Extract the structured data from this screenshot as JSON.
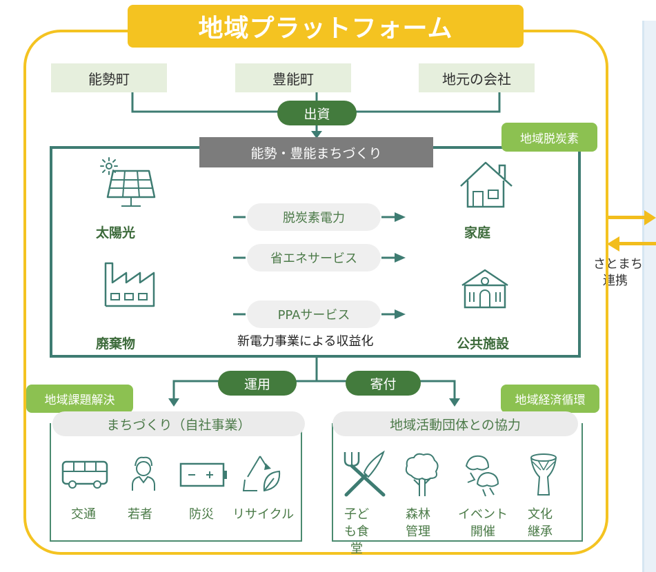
{
  "title": "地域プラットフォーム",
  "investors": [
    "能勢町",
    "豊能町",
    "地元の会社"
  ],
  "invest_label": "出資",
  "company": "能勢・豊能まちづくり",
  "tags": {
    "decarbon": "地域脱炭素",
    "issues": "地域課題解決",
    "economy": "地域経済循環"
  },
  "sources": [
    "太陽光",
    "廃棄物"
  ],
  "services": [
    "脱炭素電力",
    "省エネサービス",
    "PPAサービス"
  ],
  "consumers": [
    "家庭",
    "公共施設"
  ],
  "revenue_note": "新電力事業による収益化",
  "flows": {
    "operate": "運用",
    "donate": "寄付"
  },
  "left_section": {
    "header": "まちづくり（自社事業）",
    "items": [
      "交通",
      "若者",
      "防災",
      "リサイクル"
    ]
  },
  "right_section": {
    "header": "地域活動団体との協力",
    "items": [
      "子ど\nも食\n堂",
      "森林\n管理",
      "イベント\n開催",
      "文化\n継承"
    ]
  },
  "side": {
    "line1": "さとまち",
    "line2": "連携"
  },
  "colors": {
    "frame": "#f4c321",
    "dark_green": "#437b3d",
    "teal": "#3e7c72",
    "lime": "#8cc151",
    "investor_bg": "#e6efdd"
  },
  "icons": [
    "sun-icon",
    "solar-panel-icon",
    "factory-icon",
    "house-icon",
    "school-icon",
    "bus-icon",
    "person-icon",
    "battery-icon",
    "recycle-icon",
    "fork-knife-icon",
    "tree-icon",
    "festival-icon",
    "drum-icon"
  ]
}
